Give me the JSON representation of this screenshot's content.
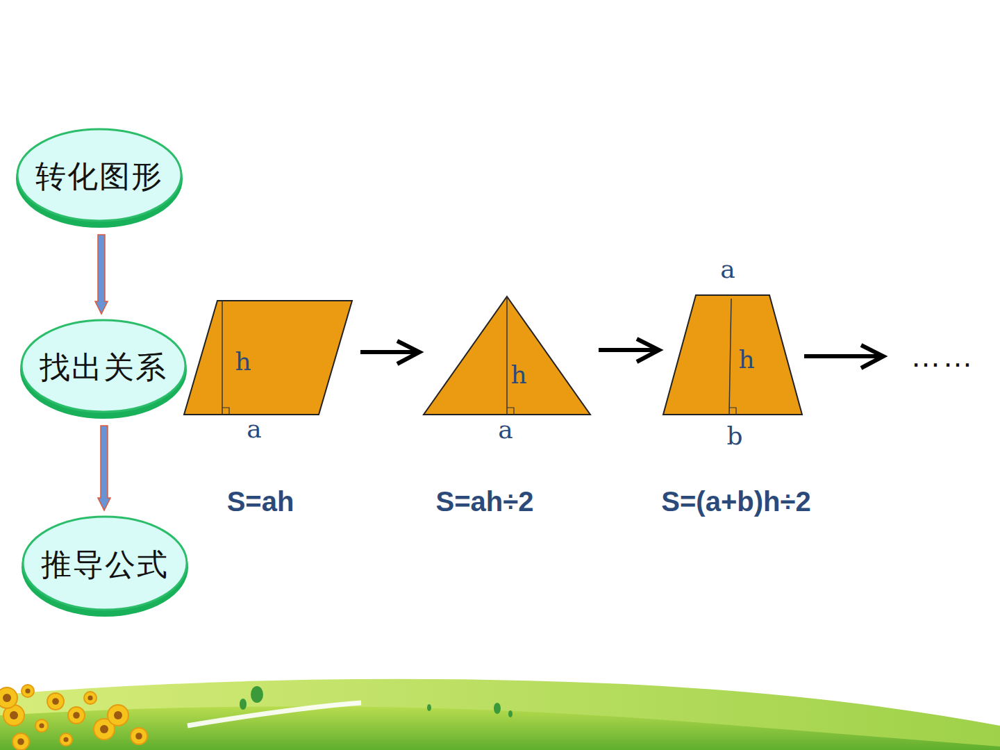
{
  "diagram": {
    "nodes": [
      {
        "text": [
          "转化图形"
        ]
      },
      {
        "text": [
          "找出关系"
        ]
      },
      {
        "text": [
          "推导公式"
        ]
      },
      {
        "text": [
          "h",
          "a"
        ]
      },
      {
        "text": [
          "h",
          "a"
        ]
      },
      {
        "text": [
          "a",
          "h",
          "b"
        ]
      }
    ],
    "edges": [
      {
        "from": 0,
        "to": 1,
        "arrow": "to"
      },
      {
        "from": 1,
        "to": 2,
        "arrow": "to"
      },
      {
        "from": 3,
        "to": 4,
        "arrow": "to"
      },
      {
        "from": 4,
        "to": 5,
        "arrow": "to"
      }
    ],
    "labels": [
      "S=ah",
      "S=ah÷2",
      "S=(a+b)h÷2",
      "……"
    ]
  }
}
